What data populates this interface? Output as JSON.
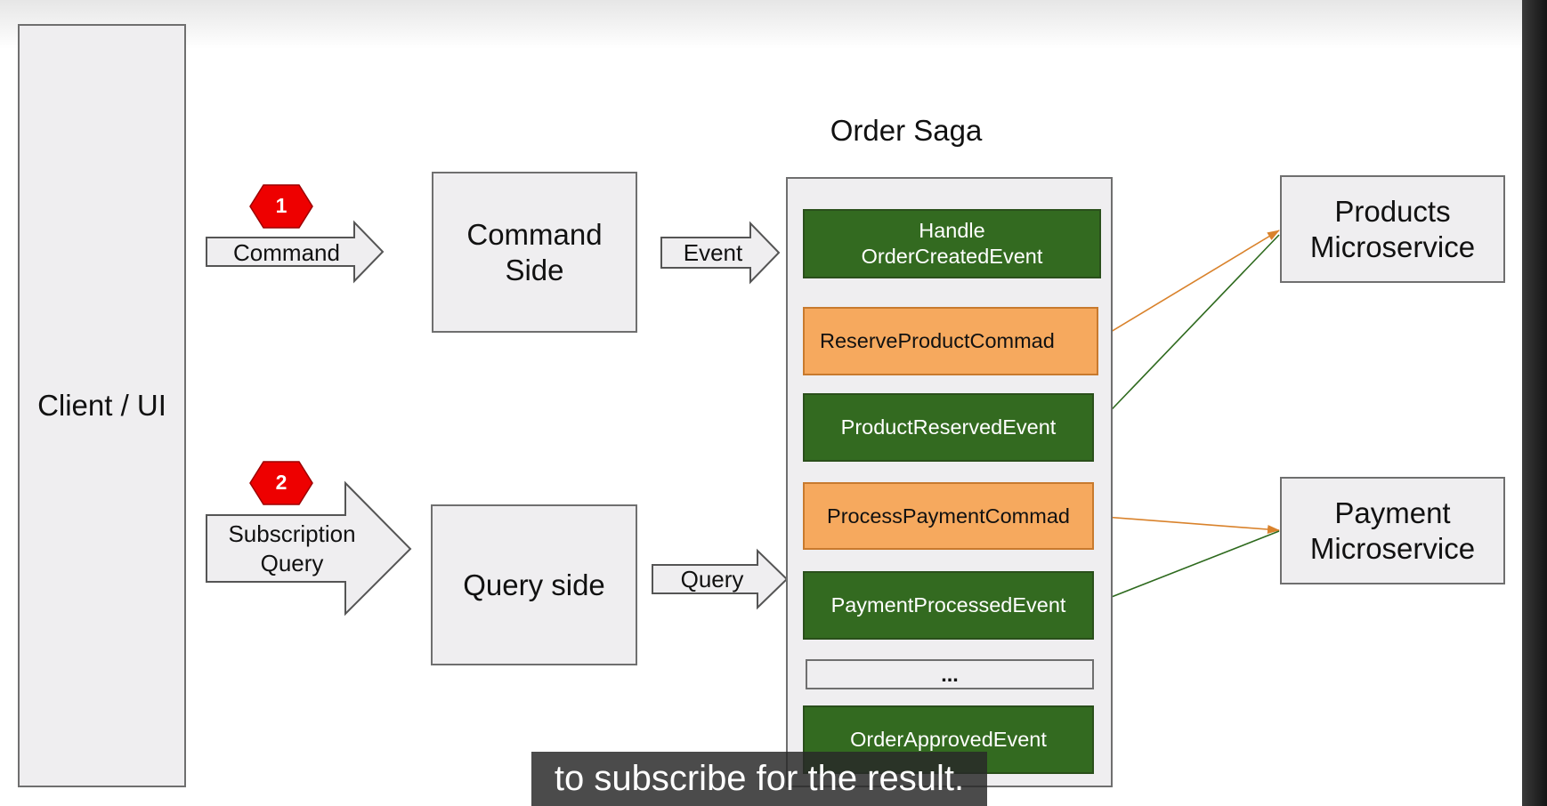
{
  "client": {
    "label": "Client / UI"
  },
  "arrows": {
    "command": "Command",
    "subscription_line1": "Subscription",
    "subscription_line2": "Query",
    "event": "Event",
    "query": "Query"
  },
  "badges": [
    "1",
    "2"
  ],
  "command_side": {
    "line1": "Command",
    "line2": "Side"
  },
  "query_side": {
    "label": "Query side"
  },
  "saga": {
    "title": "Order Saga",
    "items": [
      {
        "line1": "Handle",
        "line2": "OrderCreatedEvent"
      },
      {
        "label": "ReserveProductCommad"
      },
      {
        "label": "ProductReservedEvent"
      },
      {
        "label": "ProcessPaymentCommad"
      },
      {
        "label": "PaymentProcessedEvent"
      },
      {
        "label": "..."
      },
      {
        "label": "OrderApprovedEvent"
      }
    ]
  },
  "services": {
    "products": {
      "line1": "Products",
      "line2": "Microservice"
    },
    "payment": {
      "line1": "Payment",
      "line2": "Microservice"
    }
  },
  "caption": "to subscribe for the result.",
  "colors": {
    "event_green": "#336a20",
    "command_orange": "#f6a95e",
    "badge_red": "#ee0000",
    "request_line": "#d9822b",
    "response_line": "#2e6a1e"
  }
}
